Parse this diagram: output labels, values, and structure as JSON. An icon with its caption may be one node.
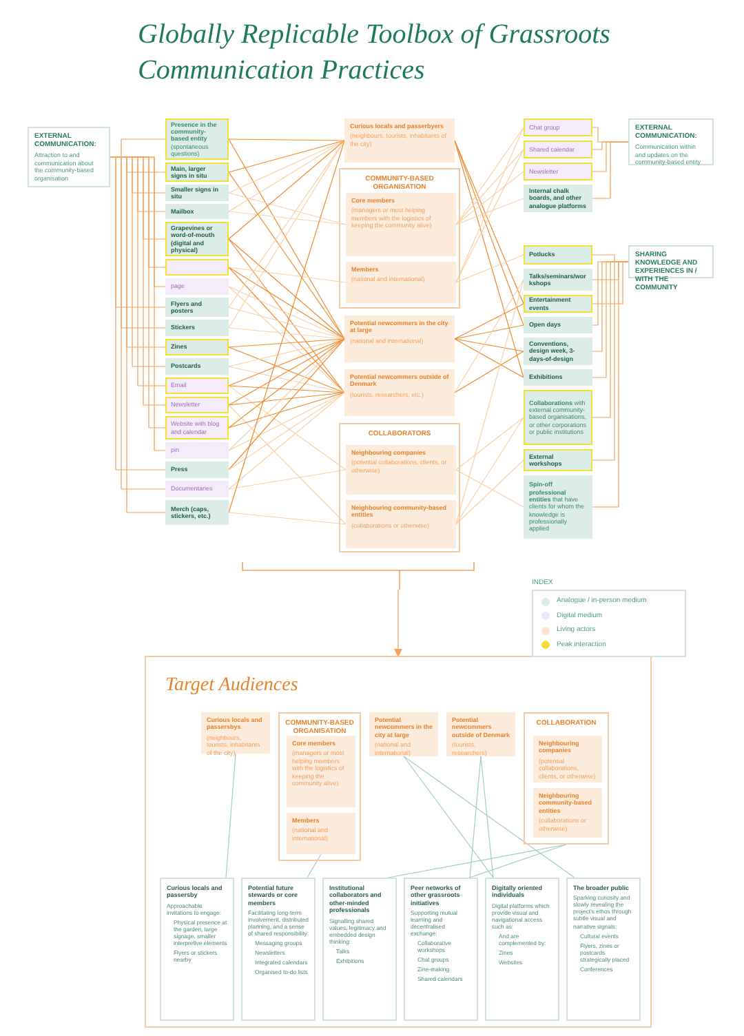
{
  "diagram": {
    "title": "Globally Replicable Toolbox of Grassroots Communication Practices",
    "nodes": [
      {
        "text": [
          "EXTERNAL COMMUNICATION:",
          "Attraction to and communication about the community-based organisation"
        ]
      },
      {
        "text": [
          "**Presence in the community-based entity** (spontaneous questions)"
        ]
      },
      {
        "text": [
          "Main, larger signs in situ"
        ]
      },
      {
        "text": [
          "Smaller signs in situ"
        ]
      },
      {
        "text": [
          "Mailbox"
        ]
      },
      {
        "text": [
          "Grapevines or word-of-mouth (digital and physical)"
        ]
      },
      {
        "text": [],
        "shape": "box"
      },
      {
        "text": [
          "page"
        ]
      },
      {
        "text": [
          "Flyers and posters"
        ]
      },
      {
        "text": [
          "Stickers"
        ]
      },
      {
        "text": [
          "Zines"
        ]
      },
      {
        "text": [
          "Postcards"
        ]
      },
      {
        "text": [
          "Email"
        ]
      },
      {
        "text": [
          "Newsletter"
        ]
      },
      {
        "text": [
          "Website with blog and calendar"
        ]
      },
      {
        "text": [
          "pin"
        ]
      },
      {
        "text": [
          "Press"
        ]
      },
      {
        "text": [
          "Documentaries"
        ]
      },
      {
        "text": [
          "Merch (caps, stickers, etc.)"
        ]
      },
      {
        "text": [
          "Curious locals and passerbyers",
          "(neighbours, tourists, inhabitants of the city)"
        ]
      },
      {
        "text": [
          "COMMUNITY-BASED ORGANISATION"
        ]
      },
      {
        "text": [
          "Core members",
          "(managers or most helping members with the logistics of keeping the community alive)"
        ],
        "in": 20
      },
      {
        "text": [
          "Members",
          "(national and international)"
        ],
        "in": 20
      },
      {
        "text": [
          "Potential newcommers in the city at large",
          "(national and international)"
        ]
      },
      {
        "text": [
          "Potential newcommers outside of Denmark",
          "(tourists, researchers, etc.)"
        ]
      },
      {
        "text": [
          "COLLABORATORS"
        ]
      },
      {
        "text": [
          "Neighbouring companies",
          "(potential collaborations, clients, or otherwise)"
        ],
        "in": 25
      },
      {
        "text": [
          "Neighbouring community-based entities",
          "(collaborations or otherwise)"
        ],
        "in": 25
      },
      {
        "text": [
          "Chat group"
        ]
      },
      {
        "text": [
          "Shared calendar"
        ]
      },
      {
        "text": [
          "Newsletter"
        ]
      },
      {
        "text": [
          "Internal chalk boards, and other analogue platforms"
        ]
      },
      {
        "text": [
          "Potlucks"
        ]
      },
      {
        "text": [
          "Talks/seminars/workshops"
        ]
      },
      {
        "text": [
          "Entertainment events"
        ]
      },
      {
        "text": [
          "Open days"
        ]
      },
      {
        "text": [
          "Conventions, design week, 3-days-of-design"
        ]
      },
      {
        "text": [
          "Exhibitions"
        ]
      },
      {
        "text": [
          "**Collaborations** with external community-based organisations, or other corporations or public institutions"
        ]
      },
      {
        "text": [
          "External workshops"
        ]
      },
      {
        "text": [
          "**Spin-off professional entities** that have clients for whom the knowledge is professionally applied"
        ]
      },
      {
        "text": [
          "EXTERNAL COMMUNICATION:",
          "Communication within and updates on the community-based entity"
        ]
      },
      {
        "text": [
          "SHARING KNOWLEDGE AND EXPERIENCES IN / WITH THE COMMUNITY"
        ]
      },
      {
        "text": [
          "Target Audiences"
        ]
      },
      {
        "text": [
          "Curious locals and passersbys",
          "(neighbours, tourists, inhabitants of the city)"
        ],
        "in": 43
      },
      {
        "text": [
          "COMMUNITY-BASED ORGANISATION"
        ],
        "in": 43
      },
      {
        "text": [
          "Core members",
          "(managers or most helping members with the logistics of keeping the community alive)"
        ],
        "in": 45
      },
      {
        "text": [
          "Members",
          "(national and international)"
        ],
        "in": 45
      },
      {
        "text": [
          "Potential newcommers in the city at large",
          "(national and international)"
        ],
        "in": 43
      },
      {
        "text": [
          "Potential newcommers outside of Denmark",
          "(tourists, researchers)"
        ],
        "in": 43
      },
      {
        "text": [
          "COLLABORATION"
        ],
        "in": 43
      },
      {
        "text": [
          "Neighbouring companies",
          "(potential collaborations, clients, or otherwise)"
        ],
        "in": 50
      },
      {
        "text": [
          "Neighbouring community-based entities",
          "(collaborations or otherwise)"
        ],
        "in": 50
      },
      {
        "text": [
          "Curious locals and passersby",
          "Approachable invitations to engage:",
          "Physical presence at the garden, large signage, smaller interpretive elements",
          "Flyers or stickers nearby"
        ],
        "in": 43
      },
      {
        "text": [
          "Potential future stewards or core members",
          "Facilitating long-term involvement, distributed planning, and a sense of shared responsibility:",
          "Messaging groups",
          "Newsletters",
          "Integrated calendars",
          "Organised to-do lists"
        ],
        "in": 43
      },
      {
        "text": [
          "Institutional collaborators and other-minded professionals",
          "Signalling shared values, legitimacy and embedded design thinking:",
          "Talks",
          "Exhibitions"
        ],
        "in": 43
      },
      {
        "text": [
          "Peer networks of other grassroots initiatives",
          "Supporting mutual learning and decentralised exchange:",
          "Collaborative workshops",
          "Chat groups",
          "Zine-making",
          "Shared calendars"
        ],
        "in": 43
      },
      {
        "text": [
          "Digitally oriented individuals",
          "Digital platforms which provide visual and navigational access such as:",
          "And are complemented by:",
          "Zines",
          "Websites"
        ],
        "in": 43
      },
      {
        "text": [
          "The broader public",
          "Sparking curiosity and slowly revealing the project's ethos through subtle visual and narrative signals:",
          "Cultural events",
          "Flyers, zines or postcards strategically placed",
          "Conferences"
        ],
        "in": 43
      }
    ],
    "edges": [
      {
        "from": 1,
        "to": 0,
        "arrow": "none",
        "color": "#f5a15a"
      },
      {
        "from": 2,
        "to": 0,
        "arrow": "none",
        "color": "#f5a15a"
      },
      {
        "from": 3,
        "to": 0,
        "arrow": "none",
        "color": "#f5a15a"
      },
      {
        "from": 4,
        "to": 0,
        "arrow": "none",
        "color": "#f5a15a"
      },
      {
        "from": 5,
        "to": 0,
        "arrow": "none",
        "color": "#f5a15a"
      },
      {
        "from": 6,
        "to": 0,
        "arrow": "none",
        "color": "#f5a15a"
      },
      {
        "from": 7,
        "to": 0,
        "arrow": "none",
        "color": "#f5a15a"
      },
      {
        "from": 8,
        "to": 0,
        "arrow": "none",
        "color": "#f5a15a"
      },
      {
        "from": 9,
        "to": 0,
        "arrow": "none",
        "color": "#f5a15a"
      },
      {
        "from": 10,
        "to": 0,
        "arrow": "none",
        "color": "#f5a15a"
      },
      {
        "from": 11,
        "to": 0,
        "arrow": "none",
        "color": "#f5a15a"
      },
      {
        "from": 12,
        "to": 0,
        "arrow": "none",
        "color": "#f5a15a"
      },
      {
        "from": 13,
        "to": 0,
        "arrow": "none",
        "color": "#f5a15a"
      },
      {
        "from": 14,
        "to": 0,
        "arrow": "none",
        "color": "#f5a15a"
      },
      {
        "from": 15,
        "to": 0,
        "arrow": "none",
        "color": "#f5a15a"
      },
      {
        "from": 16,
        "to": 0,
        "arrow": "none",
        "color": "#f5a15a"
      },
      {
        "from": 17,
        "to": 0,
        "arrow": "none",
        "color": "#f5a15a"
      },
      {
        "from": 18,
        "to": 0,
        "arrow": "none",
        "color": "#f5a15a"
      },
      {
        "from": 28,
        "to": 41,
        "arrow": "none",
        "color": "#f5a15a"
      },
      {
        "from": 29,
        "to": 41,
        "arrow": "none",
        "color": "#f5a15a"
      },
      {
        "from": 30,
        "to": 41,
        "arrow": "none",
        "color": "#f5a15a"
      },
      {
        "from": 31,
        "to": 41,
        "arrow": "none",
        "color": "#f5a15a"
      },
      {
        "from": 32,
        "to": 42,
        "arrow": "none",
        "color": "#f5a15a"
      },
      {
        "from": 33,
        "to": 42,
        "arrow": "none",
        "color": "#f5a15a"
      },
      {
        "from": 34,
        "to": 42,
        "arrow": "none",
        "color": "#f5a15a"
      },
      {
        "from": 35,
        "to": 42,
        "arrow": "none",
        "color": "#f5a15a"
      },
      {
        "from": 36,
        "to": 42,
        "arrow": "none",
        "color": "#f5a15a"
      },
      {
        "from": 37,
        "to": 42,
        "arrow": "none",
        "color": "#f5a15a"
      },
      {
        "from": 38,
        "to": 42,
        "arrow": "none",
        "color": "#f5a15a"
      },
      {
        "from": 39,
        "to": 42,
        "arrow": "none",
        "color": "#f5a15a"
      },
      {
        "from": 40,
        "to": 42,
        "arrow": "none",
        "color": "#f5a15a"
      },
      {
        "from": 1,
        "to": 19,
        "arrow": "none",
        "color": "#f08a2c"
      },
      {
        "from": 1,
        "to": 23,
        "arrow": "none",
        "color": "#f08a2c"
      },
      {
        "from": 2,
        "to": 19,
        "arrow": "none",
        "color": "#f08a2c"
      },
      {
        "from": 2,
        "to": 23,
        "arrow": "none",
        "color": "#f08a2c"
      },
      {
        "from": 3,
        "to": 19,
        "arrow": "none"
      },
      {
        "from": 3,
        "to": 21,
        "arrow": "none"
      },
      {
        "from": 4,
        "to": 19,
        "arrow": "none"
      },
      {
        "from": 4,
        "to": 21,
        "arrow": "none"
      },
      {
        "from": 5,
        "to": 19,
        "arrow": "none",
        "color": "#f08a2c"
      },
      {
        "from": 5,
        "to": 23,
        "arrow": "none",
        "color": "#f08a2c"
      },
      {
        "from": 5,
        "to": 24,
        "arrow": "none",
        "color": "#f08a2c"
      },
      {
        "from": 6,
        "to": 23,
        "arrow": "none",
        "color": "#f08a2c"
      },
      {
        "from": 6,
        "to": 24,
        "arrow": "none",
        "color": "#f08a2c"
      },
      {
        "from": 6,
        "to": 22,
        "arrow": "none"
      },
      {
        "from": 7,
        "to": 23,
        "arrow": "none"
      },
      {
        "from": 7,
        "to": 24,
        "arrow": "none"
      },
      {
        "from": 8,
        "to": 19,
        "arrow": "none"
      },
      {
        "from": 8,
        "to": 23,
        "arrow": "none"
      },
      {
        "from": 9,
        "to": 19,
        "arrow": "none"
      },
      {
        "from": 9,
        "to": 23,
        "arrow": "none"
      },
      {
        "from": 10,
        "to": 23,
        "arrow": "none",
        "color": "#f08a2c"
      },
      {
        "from": 10,
        "to": 24,
        "arrow": "none",
        "color": "#f08a2c"
      },
      {
        "from": 11,
        "to": 23,
        "arrow": "none"
      },
      {
        "from": 11,
        "to": 24,
        "arrow": "none"
      },
      {
        "from": 12,
        "to": 23,
        "arrow": "none",
        "color": "#f08a2c"
      },
      {
        "from": 12,
        "to": 24,
        "arrow": "none",
        "color": "#f08a2c"
      },
      {
        "from": 12,
        "to": 26,
        "arrow": "none"
      },
      {
        "from": 13,
        "to": 23,
        "arrow": "none",
        "color": "#f08a2c"
      },
      {
        "from": 13,
        "to": 24,
        "arrow": "none",
        "color": "#f08a2c"
      },
      {
        "from": 13,
        "to": 27,
        "arrow": "none"
      },
      {
        "from": 14,
        "to": 23,
        "arrow": "none",
        "color": "#f08a2c"
      },
      {
        "from": 14,
        "to": 24,
        "arrow": "none",
        "color": "#f08a2c"
      },
      {
        "from": 15,
        "to": 23,
        "arrow": "none"
      },
      {
        "from": 15,
        "to": 24,
        "arrow": "none"
      },
      {
        "from": 16,
        "to": 23,
        "arrow": "none",
        "color": "#f08a2c"
      },
      {
        "from": 16,
        "to": 24,
        "arrow": "none"
      },
      {
        "from": 17,
        "to": 24,
        "arrow": "none"
      },
      {
        "from": 17,
        "to": 26,
        "arrow": "none"
      },
      {
        "from": 18,
        "to": 19,
        "arrow": "none",
        "color": "#f08a2c"
      },
      {
        "from": 18,
        "to": 27,
        "arrow": "none"
      },
      {
        "from": 19,
        "to": 34,
        "arrow": "none",
        "color": "#f08a2c"
      },
      {
        "from": 19,
        "to": 35,
        "arrow": "none",
        "color": "#f08a2c"
      },
      {
        "from": 19,
        "to": 37,
        "arrow": "none",
        "color": "#f08a2c"
      },
      {
        "from": 21,
        "to": 28,
        "arrow": "none"
      },
      {
        "from": 21,
        "to": 29,
        "arrow": "none"
      },
      {
        "from": 21,
        "to": 30,
        "arrow": "none"
      },
      {
        "from": 21,
        "to": 31,
        "arrow": "none"
      },
      {
        "from": 22,
        "to": 28,
        "arrow": "none"
      },
      {
        "from": 22,
        "to": 29,
        "arrow": "none"
      },
      {
        "from": 22,
        "to": 32,
        "arrow": "none"
      },
      {
        "from": 23,
        "to": 34,
        "arrow": "none",
        "color": "#f08a2c"
      },
      {
        "from": 23,
        "to": 35,
        "arrow": "none",
        "color": "#f08a2c"
      },
      {
        "from": 23,
        "to": 36,
        "arrow": "none",
        "color": "#f08a2c"
      },
      {
        "from": 23,
        "to": 37,
        "arrow": "none",
        "color": "#f08a2c"
      },
      {
        "from": 24,
        "to": 36,
        "arrow": "none",
        "color": "#f08a2c"
      },
      {
        "from": 24,
        "to": 33,
        "arrow": "none"
      },
      {
        "from": 26,
        "to": 38,
        "arrow": "none"
      },
      {
        "from": 26,
        "to": 40,
        "arrow": "none"
      },
      {
        "from": 27,
        "to": 38,
        "arrow": "none"
      },
      {
        "from": 27,
        "to": 39,
        "arrow": "none"
      },
      {
        "from": 27,
        "to": 33,
        "arrow": "none"
      },
      {
        "from": null,
        "to": 43,
        "arrow": "to",
        "color": "#f5a15a"
      },
      {
        "from": 44,
        "to": 53,
        "arrow": "none",
        "color": "#9fcfc2"
      },
      {
        "from": 47,
        "to": 54,
        "arrow": "none",
        "color": "#9fcfc2"
      },
      {
        "from": 48,
        "to": 57,
        "arrow": "none",
        "color": "#9fcfc2"
      },
      {
        "from": 48,
        "to": 58,
        "arrow": "none",
        "color": "#9fcfc2"
      },
      {
        "from": 49,
        "to": 56,
        "arrow": "none",
        "color": "#9fcfc2"
      },
      {
        "from": 49,
        "to": 57,
        "arrow": "none",
        "color": "#9fcfc2"
      },
      {
        "from": 50,
        "to": 55,
        "arrow": "none",
        "color": "#9fcfc2"
      },
      {
        "from": 50,
        "to": 56,
        "arrow": "none",
        "color": "#9fcfc2"
      }
    ],
    "labels": [
      "INDEX"
    ],
    "legend": [
      {
        "text": "Analogue / in-person medium",
        "color": "#dcece6"
      },
      {
        "text": "Digital medium",
        "color": "#f1e6f7"
      },
      {
        "text": "Living actors",
        "color": "#fde3cf"
      },
      {
        "text": "Peak interaction",
        "color": "#f2e03a"
      }
    ]
  }
}
